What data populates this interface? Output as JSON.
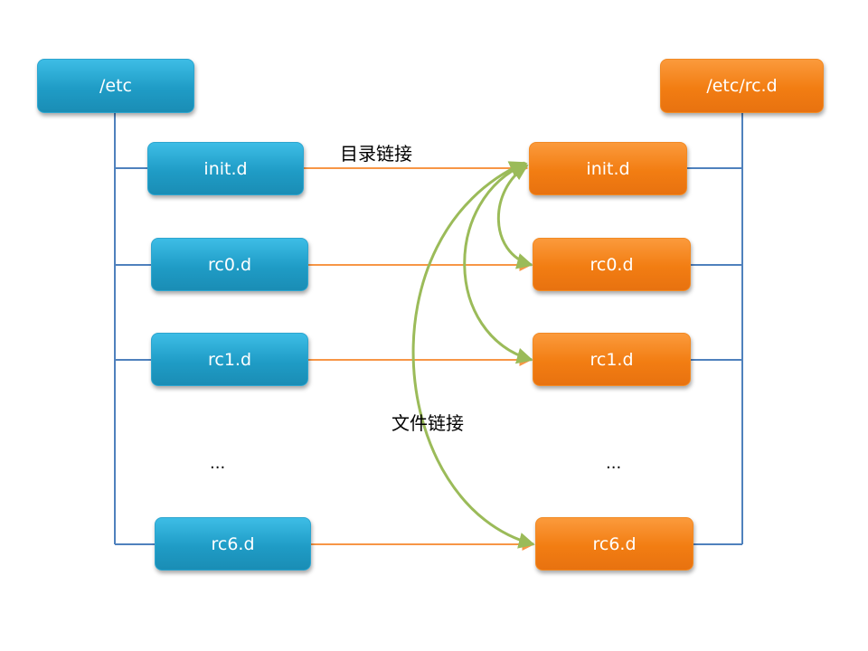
{
  "left_root": {
    "label": "/etc"
  },
  "right_root": {
    "label": "/etc/rc.d"
  },
  "left_items": [
    {
      "label": "init.d"
    },
    {
      "label": "rc0.d"
    },
    {
      "label": "rc1.d"
    },
    {
      "label": "rc6.d"
    }
  ],
  "right_items": [
    {
      "label": "init.d"
    },
    {
      "label": "rc0.d"
    },
    {
      "label": "rc1.d"
    },
    {
      "label": "rc6.d"
    }
  ],
  "ellipsis": "...",
  "labels": {
    "directory_link": "目录链接",
    "file_link": "文件链接"
  },
  "colors": {
    "left_box": "#1f9cc6",
    "right_box": "#f27d12",
    "tree_line": "#4f81bd",
    "directory_link_arrow": "#f79646",
    "file_link_arrow": "#9bbb59"
  }
}
